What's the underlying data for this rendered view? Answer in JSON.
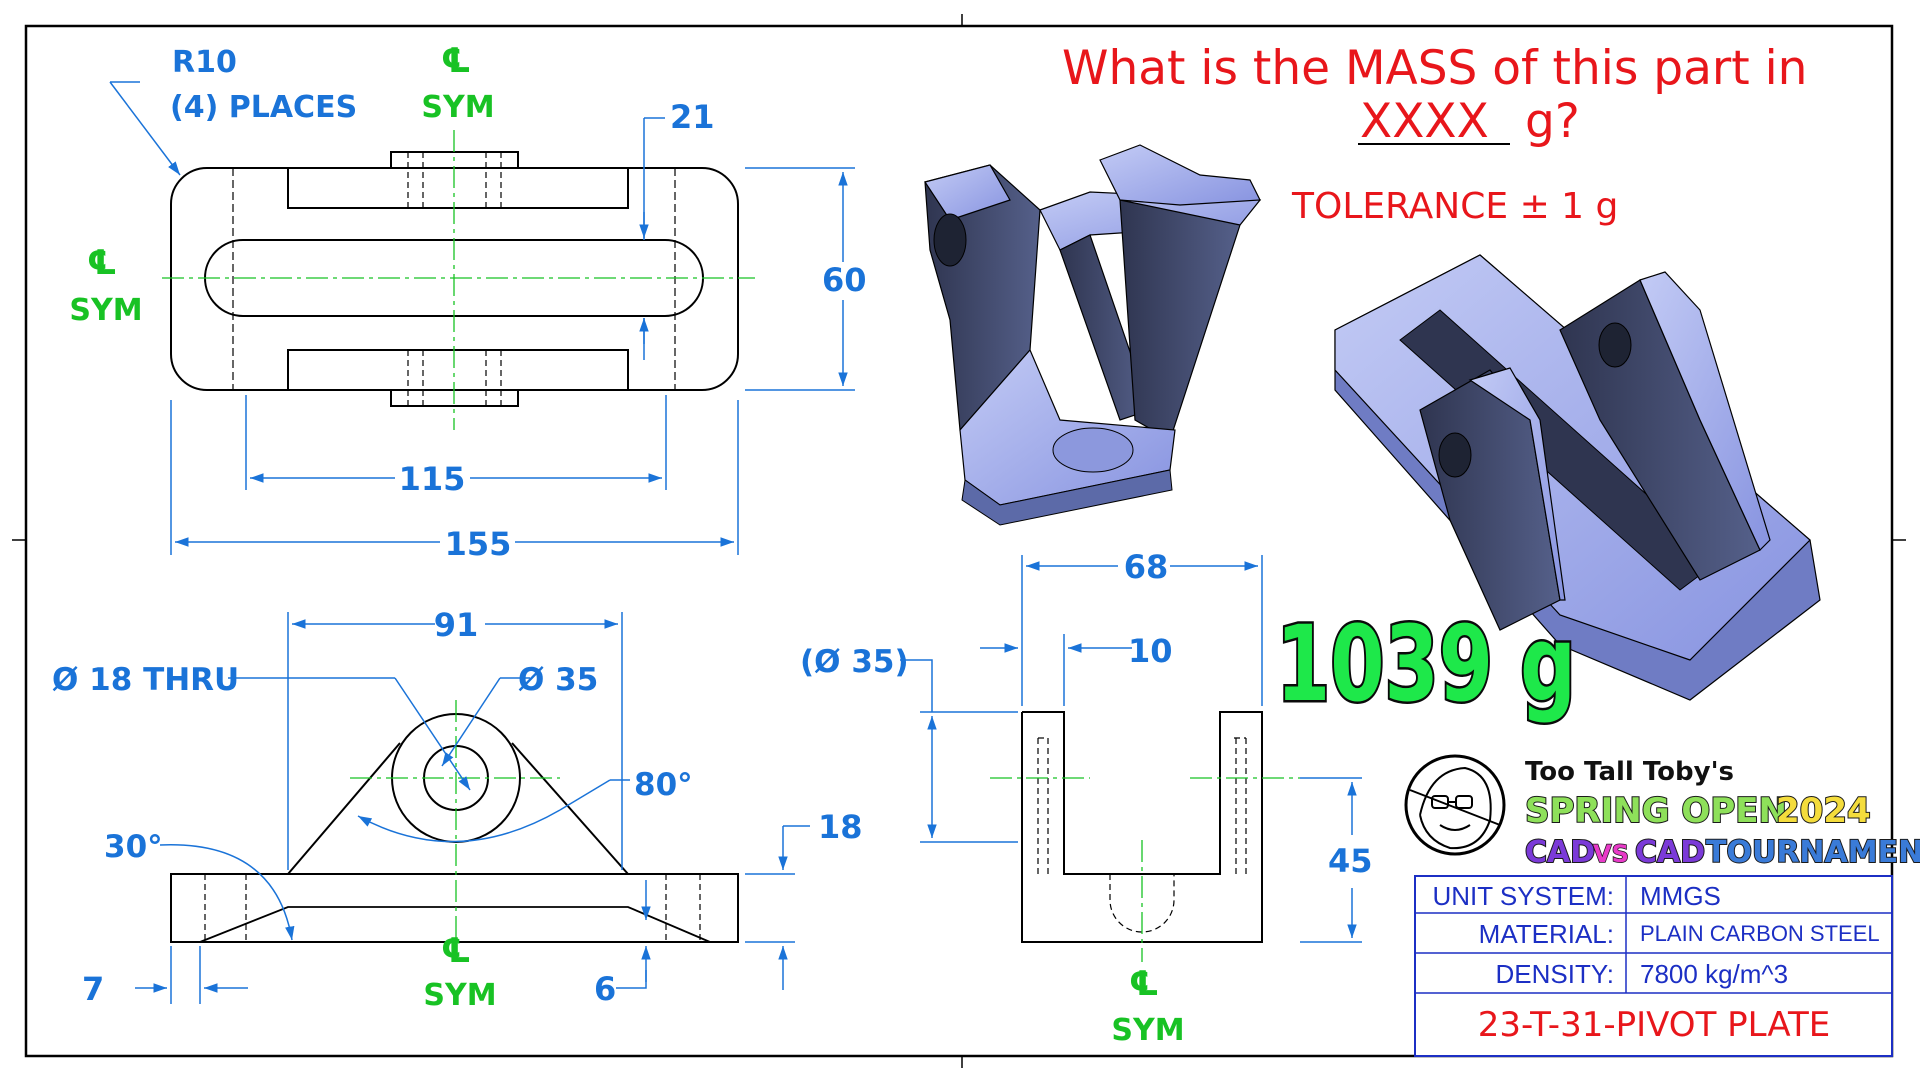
{
  "question": {
    "line1": "What is the MASS of this part in",
    "blank": "XXXX",
    "unit": "g?",
    "tolerance": "TOLERANCE ± 1 g"
  },
  "answer": "1039 g",
  "top_view": {
    "fillet_note_1": "R10",
    "fillet_note_2": "(4) PLACES",
    "dim_21": "21",
    "dim_60": "60",
    "dim_115": "115",
    "dim_155": "155",
    "centerline_symbol": "℄",
    "sym_label": "SYM"
  },
  "front_view": {
    "dim_91": "91",
    "hole_note": "Ø 18 THRU",
    "boss_note": "Ø 35",
    "angle_80": "80°",
    "angle_30": "30°",
    "dim_18": "18",
    "dim_7": "7",
    "dim_6": "6"
  },
  "side_view": {
    "dim_68": "68",
    "dim_10": "10",
    "ref_35": "(Ø 35)",
    "dim_45": "45"
  },
  "branding": {
    "line1": "Too Tall Toby's",
    "line2a": "SPRING OPEN",
    "line2b": "2024",
    "line3a": "CAD",
    "line3b": "VS",
    "line3c": "CAD",
    "line3d": "TOURNAMENT"
  },
  "title_block": {
    "rows": [
      {
        "label": "UNIT SYSTEM:",
        "value": "MMGS"
      },
      {
        "label": "MATERIAL:",
        "value": "PLAIN CARBON STEEL"
      },
      {
        "label": "DENSITY:",
        "value": "7800 kg/m^3"
      }
    ],
    "part_name": "23-T-31-PIVOT PLATE"
  },
  "colors": {
    "dimension": "#1a73d8",
    "centerline": "#18c224",
    "question": "#e8161b",
    "answer": "#1ee84a",
    "part_face": "#9aa7ee",
    "part_dark": "#3f4866",
    "title_block": "#1c2fc4"
  }
}
